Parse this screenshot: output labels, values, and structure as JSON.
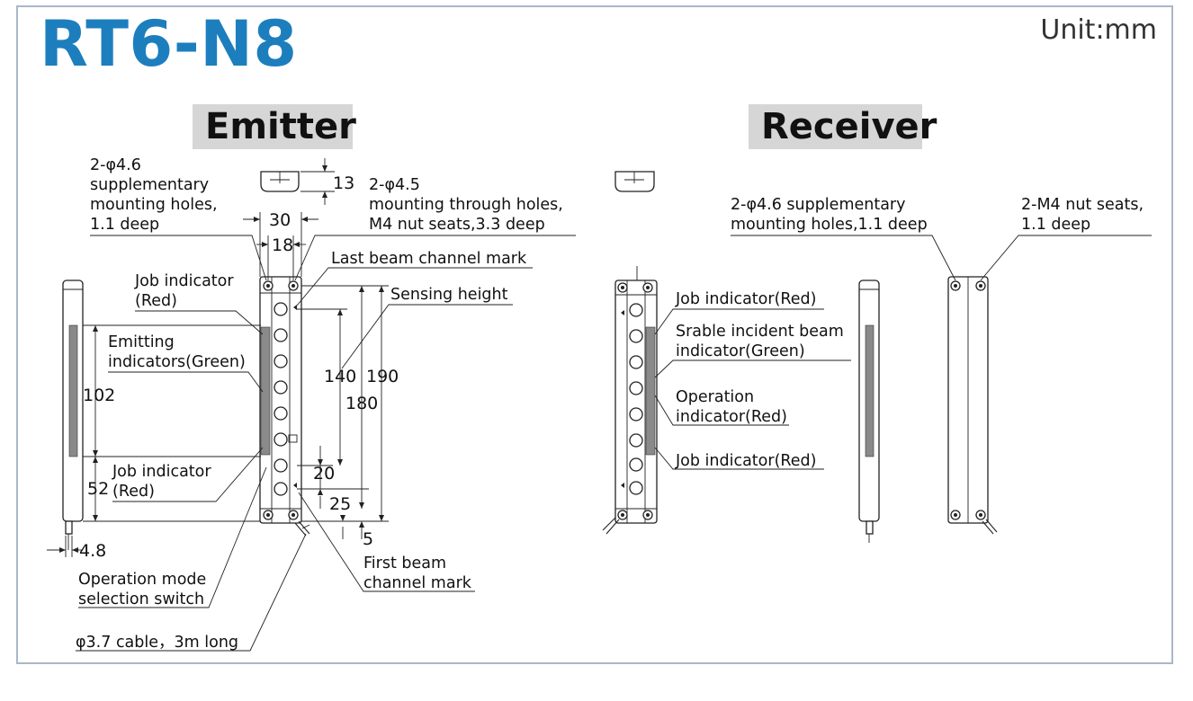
{
  "header": {
    "model": "RT6-N8",
    "unit": "Unit:mm"
  },
  "sections": {
    "emitter": "Emitter",
    "receiver": "Receiver"
  },
  "emitter": {
    "notes": {
      "supp_holes": [
        "2-φ4.6",
        "supplementary",
        "mounting holes,",
        "1.1 deep"
      ],
      "through_holes": [
        "2-φ4.5",
        "mounting through holes,",
        "M4 nut seats,3.3 deep"
      ],
      "last_beam": "Last beam channel mark",
      "job_indicator_top": [
        "Job indicator",
        "(Red)"
      ],
      "sensing_height": "Sensing height",
      "emitting_indicators": [
        "Emitting",
        "indicators(Green)"
      ],
      "job_indicator_bottom": [
        "Job indicator",
        "(Red)"
      ],
      "operation_mode": [
        "Operation mode",
        "selection switch"
      ],
      "first_beam": [
        "First beam",
        "channel mark"
      ],
      "cable": "φ3.7 cable，3m long"
    },
    "dims": {
      "top_height": "13",
      "width_outer": "30",
      "width_inner": "18",
      "sensing": "140",
      "pitch_total": "180",
      "overall": "190",
      "side_102": "102",
      "side_52": "52",
      "gap_20": "20",
      "gap_25": "25",
      "gap_5": "5",
      "thickness": "4.8"
    }
  },
  "receiver": {
    "notes": {
      "supp_holes": [
        "2-φ4.6 supplementary",
        "mounting holes,1.1 deep"
      ],
      "nut_seats": [
        "2-M4 nut seats,",
        "1.1 deep"
      ],
      "job_indicator_top": "Job indicator(Red)",
      "stable_beam": [
        "Srable incident beam",
        "indicator(Green)"
      ],
      "operation": [
        "Operation",
        "indicator(Red)"
      ],
      "job_indicator_bottom": "Job indicator(Red)"
    }
  }
}
